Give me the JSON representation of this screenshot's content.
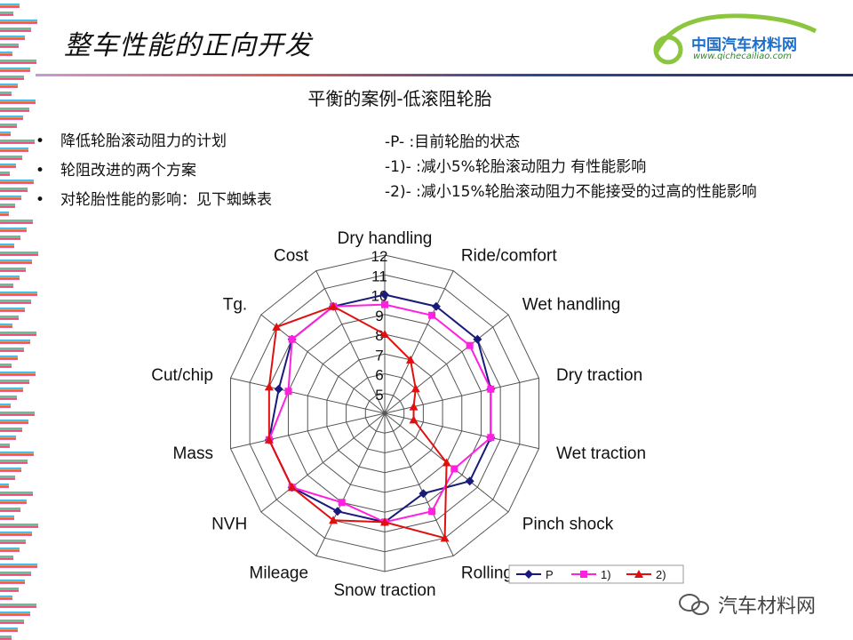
{
  "header": {
    "title": "整车性能的正向开发",
    "logo_name": "中国汽车材料网",
    "logo_url": "www.qichecailiao.com"
  },
  "subtitle": "平衡的案例-低滚阻轮胎",
  "bullets": [
    "降低轮胎滚动阻力的计划",
    "轮阻改进的两个方案",
    "对轮胎性能的影响：见下蜘蛛表"
  ],
  "notes": [
    "-P- :目前轮胎的状态",
    "-1)- :减小5%轮胎滚动阻力 有性能影响",
    "-2)- :减小15%轮胎滚动阻力不能接受的过高的性能影响"
  ],
  "watermark": "汽车材料网",
  "colors": {
    "P": "#1a1a7a",
    "1)": "#ff20e0",
    "2)": "#e01010",
    "grid": "#555555"
  },
  "chart_data": {
    "type": "radar",
    "categories": [
      "Dry handling",
      "Ride/comfort",
      "Wet handling",
      "Dry traction",
      "Wet traction",
      "Pinch shock",
      "Rolling resistance",
      "Snow traction",
      "Mileage",
      "NVH",
      "Mass",
      "Cut/chip",
      "Tg.",
      "Cost"
    ],
    "radial_ticks": [
      5,
      6,
      7,
      8,
      9,
      10,
      11,
      12
    ],
    "range": [
      4,
      12
    ],
    "series": [
      {
        "name": "P",
        "values": [
          10,
          10,
          10,
          9.5,
          9.5,
          9.5,
          8.5,
          9.5,
          9.5,
          10,
          10,
          9.5,
          10,
          10
        ]
      },
      {
        "name": "1)",
        "values": [
          9.5,
          9.5,
          9.5,
          9.5,
          9.5,
          8.5,
          9.5,
          9.5,
          9,
          10,
          10,
          9,
          10,
          10
        ]
      },
      {
        "name": "2)",
        "values": [
          8,
          7,
          6,
          5.5,
          5.5,
          8,
          11,
          9.5,
          10,
          10,
          10,
          10,
          11,
          10
        ]
      }
    ],
    "legend": "bottom-right"
  }
}
